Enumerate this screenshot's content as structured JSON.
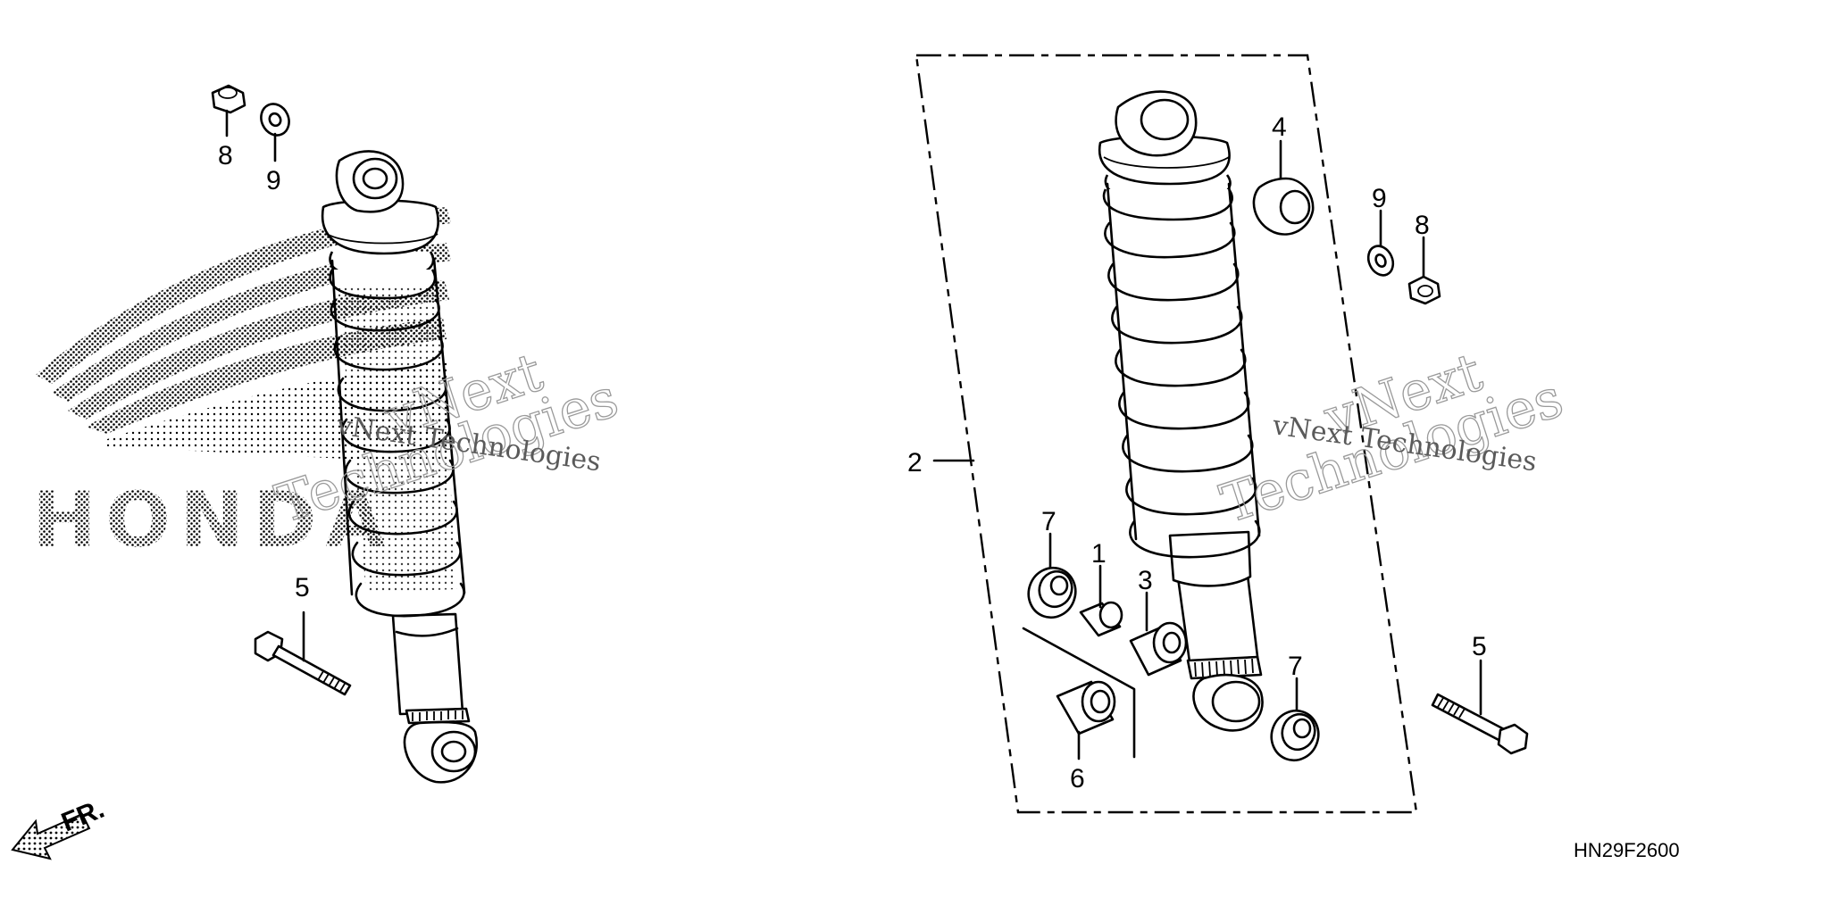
{
  "diagram": {
    "code": "HN29F2600",
    "front_marker": "FR.",
    "logo_text": "HONDA",
    "watermark_line1": "vNext",
    "watermark_line2": "Technologies",
    "watermark_line3": "vNext Technologies",
    "callouts": {
      "left_nut": "8",
      "left_washer": "9",
      "left_bolt": "5",
      "assembly": "2",
      "rubber_bush": "4",
      "right_washer": "9",
      "right_nut": "8",
      "upper_seal": "7",
      "collar": "1",
      "bearing": "3",
      "bushing": "6",
      "lower_seal": "7",
      "right_bolt": "5"
    }
  }
}
